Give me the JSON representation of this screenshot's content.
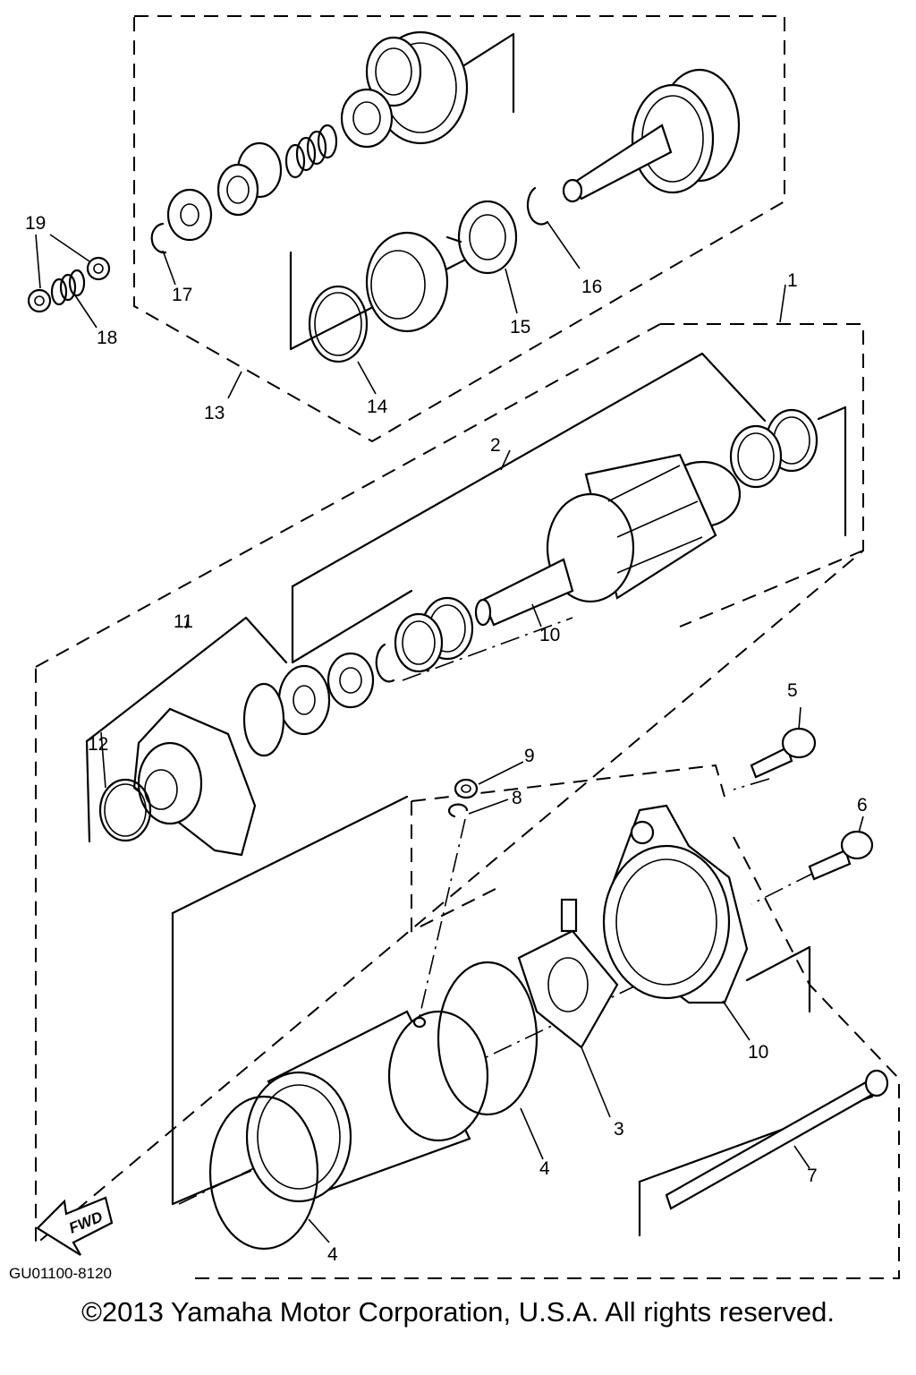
{
  "diagram": {
    "reference_code": "GU01100-8120",
    "direction_badge": "FWD",
    "callouts": [
      "1",
      "2",
      "3",
      "4",
      "4",
      "5",
      "6",
      "7",
      "8",
      "9",
      "10",
      "10",
      "11",
      "12",
      "13",
      "14",
      "15",
      "16",
      "17",
      "18",
      "19"
    ]
  },
  "footer": {
    "copyright": "©2013 Yamaha Motor Corporation, U.S.A. All rights reserved."
  }
}
